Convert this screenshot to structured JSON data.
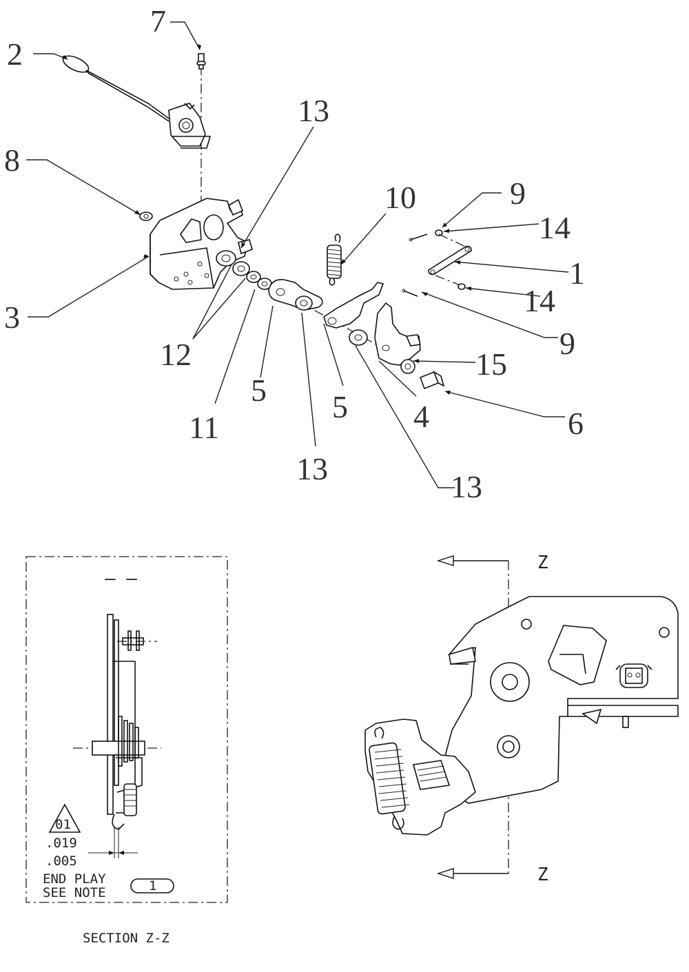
{
  "callouts": {
    "c7": "7",
    "c2": "2",
    "c13a": "13",
    "c8": "8",
    "c10": "10",
    "c9a": "9",
    "c14a": "14",
    "c1": "1",
    "c14b": "14",
    "c3": "3",
    "c9b": "9",
    "c12": "12",
    "c15": "15",
    "c5a": "5",
    "c5b": "5",
    "c4": "4",
    "c11": "11",
    "c6": "6",
    "c13b": "13",
    "c13c": "13"
  },
  "section": {
    "title": "SECTION Z-Z",
    "datum": "01",
    "tol_upper": ".019",
    "tol_lower": ".005",
    "end_play": "END PLAY",
    "see_note": "SEE NOTE",
    "note_number": "1",
    "top_dashes": "–   –"
  },
  "view": {
    "cut_label_top": "Z",
    "cut_label_bottom": "Z"
  }
}
